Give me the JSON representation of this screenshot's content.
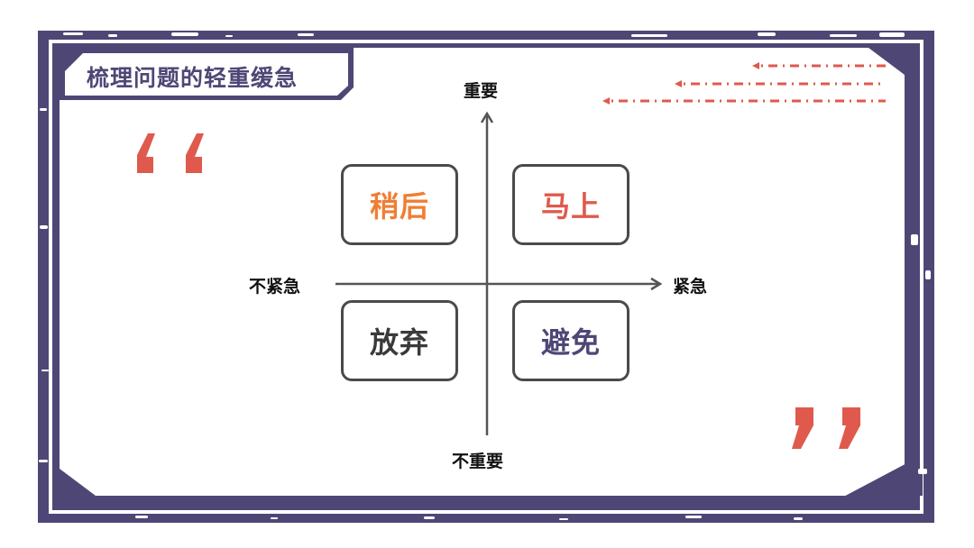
{
  "title": "梳理问题的轻重缓急",
  "colors": {
    "frame": "#4e4776",
    "accent_red": "#df5a4c",
    "accent_orange": "#ef7e33",
    "neutral_text": "#3a3a3a",
    "box_border": "#4a4a4a"
  },
  "axes": {
    "y_top": "重要",
    "y_bottom": "不重要",
    "x_left": "不紧急",
    "x_right": "紧急"
  },
  "quadrants": [
    {
      "position": "top-left",
      "label": "稍后",
      "color": "#ef7e33"
    },
    {
      "position": "top-right",
      "label": "马上",
      "color": "#df5a4c"
    },
    {
      "position": "bottom-left",
      "label": "放弃",
      "color": "#3a3a3a"
    },
    {
      "position": "bottom-right",
      "label": "避免",
      "color": "#4e4776"
    }
  ],
  "decor": {
    "open_quote": "❛❛",
    "close_quote": "❜❜",
    "dash_arrows_count": 3
  }
}
